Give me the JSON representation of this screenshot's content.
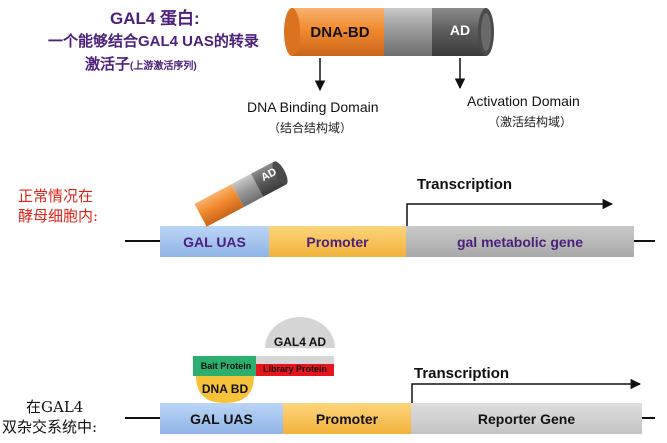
{
  "header": {
    "title": "GAL4 蛋白:",
    "line2": "一个能够结合GAL4 UAS的转录",
    "line3_main": "激活子",
    "line3_small": "(上游激活序列)"
  },
  "protein": {
    "dna_bd_label": "DNA-BD",
    "ad_label": "AD",
    "dna_binding_domain": "DNA Binding Domain",
    "dna_binding_domain_cn": "（结合结构域）",
    "activation_domain": "Activation Domain",
    "activation_domain_cn": "（激活结构域）"
  },
  "normal": {
    "side_label_line1": "正常情况在",
    "side_label_line2": "酵母细胞内:",
    "ad_label": "AD",
    "transcription": "Transcription",
    "gal_uas": "GAL UAS",
    "promoter": "Promoter",
    "gene": "gal metabolic gene"
  },
  "two_hybrid": {
    "side_label_line1": "在GAL4",
    "side_label_line2": "双杂交系统中:",
    "gal4_ad": "GAL4 AD",
    "bait_protein": "Bait Protein",
    "library_protein": "Library Protein",
    "dna_bd": "DNA BD",
    "transcription": "Transcription",
    "gal_uas": "GAL UAS",
    "promoter": "Promoter",
    "gene": "Reporter Gene"
  },
  "colors": {
    "orange": "#f28a2e",
    "gray": "#9a9a9a",
    "dark_gray": "#6d6d6d",
    "uas_blue": "#a9c7f0",
    "promoter_yellow": "#f8c55a",
    "gene_gray": "#c2c2c2",
    "bait_green": "#2cae6e",
    "library_red": "#e8141c",
    "dna_bd_yellow": "#f6c23a",
    "title_purple": "#4b1f7a",
    "side_red": "#e0241b"
  }
}
